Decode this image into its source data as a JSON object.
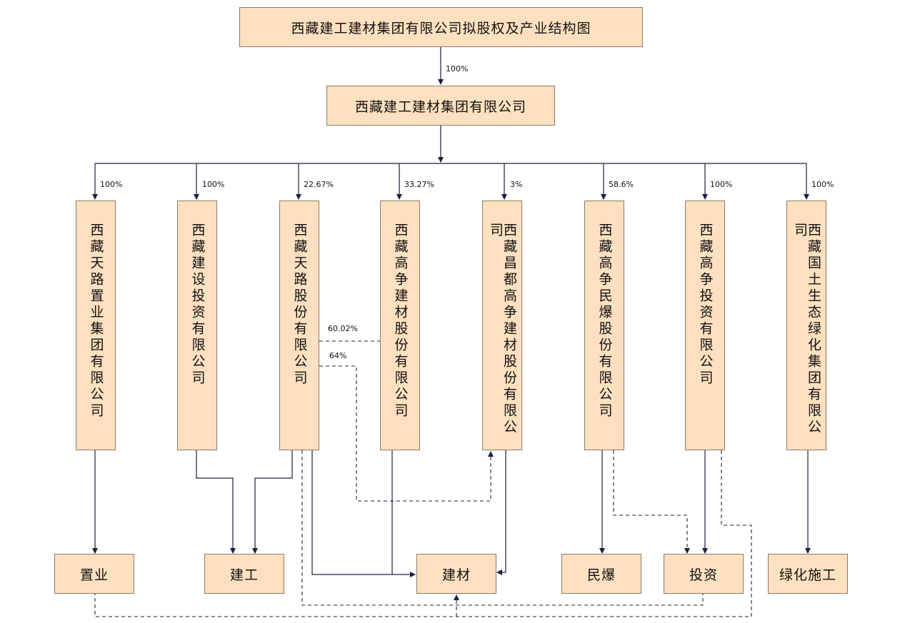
{
  "title": "西藏建工建材集团有限公司拟股权及产业结构图",
  "parent": {
    "name": "西藏建工建材集团有限公司",
    "share": "100%"
  },
  "subsidiaries": [
    {
      "name": "西藏天路置业集团有限公司",
      "share": "100%"
    },
    {
      "name": "西藏建设投资有限公司",
      "share": "100%"
    },
    {
      "name": "西藏天路股份有限公司",
      "share": "22.67%"
    },
    {
      "name": "西藏高争建材股份有限公司",
      "share": "33.27%"
    },
    {
      "name": "西藏昌都高争建材股份有限公司",
      "share": "3%"
    },
    {
      "name": "西藏高争民爆股份有限公司",
      "share": "58.6%"
    },
    {
      "name": "西藏高争投资有限公司",
      "share": "100%"
    },
    {
      "name": "西藏国土生态绿化集团有限公司",
      "share": "100%"
    }
  ],
  "cross_holdings": [
    {
      "label": "60.02%"
    },
    {
      "label": "64%"
    }
  ],
  "industries": [
    {
      "name": "置业"
    },
    {
      "name": "建工"
    },
    {
      "name": "建材"
    },
    {
      "name": "民爆"
    },
    {
      "name": "投资"
    },
    {
      "name": "绿化施工"
    }
  ],
  "colors": {
    "box_fill": "#fde0bf",
    "box_border": "#8a7a6a",
    "line": "#1a1f3c"
  }
}
